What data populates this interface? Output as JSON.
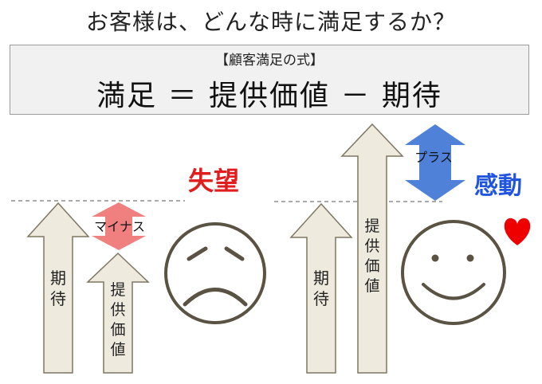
{
  "title": "お客様は、どんな時に満足するか？",
  "formula": {
    "label": "【顧客満足の式】",
    "equation": "満足 ＝ 提供価値 － 期待"
  },
  "left_scenario": {
    "emotion": "失望",
    "expectation_label": "期待",
    "value_label": "提供価値",
    "difference_label": "マイナス"
  },
  "right_scenario": {
    "emotion": "感動",
    "expectation_label": "期待",
    "value_label": "提供価値",
    "difference_label": "プラス"
  },
  "colors": {
    "arrow_fill": "#eeeadd",
    "arrow_stroke": "#7d7660",
    "minus_color": "#f08080",
    "plus_color": "#4f81d9",
    "disappointment_text": "#e01e1e",
    "delight_text": "#2255dd",
    "heart": "#ee0000",
    "face_stroke": "#5a5242"
  }
}
